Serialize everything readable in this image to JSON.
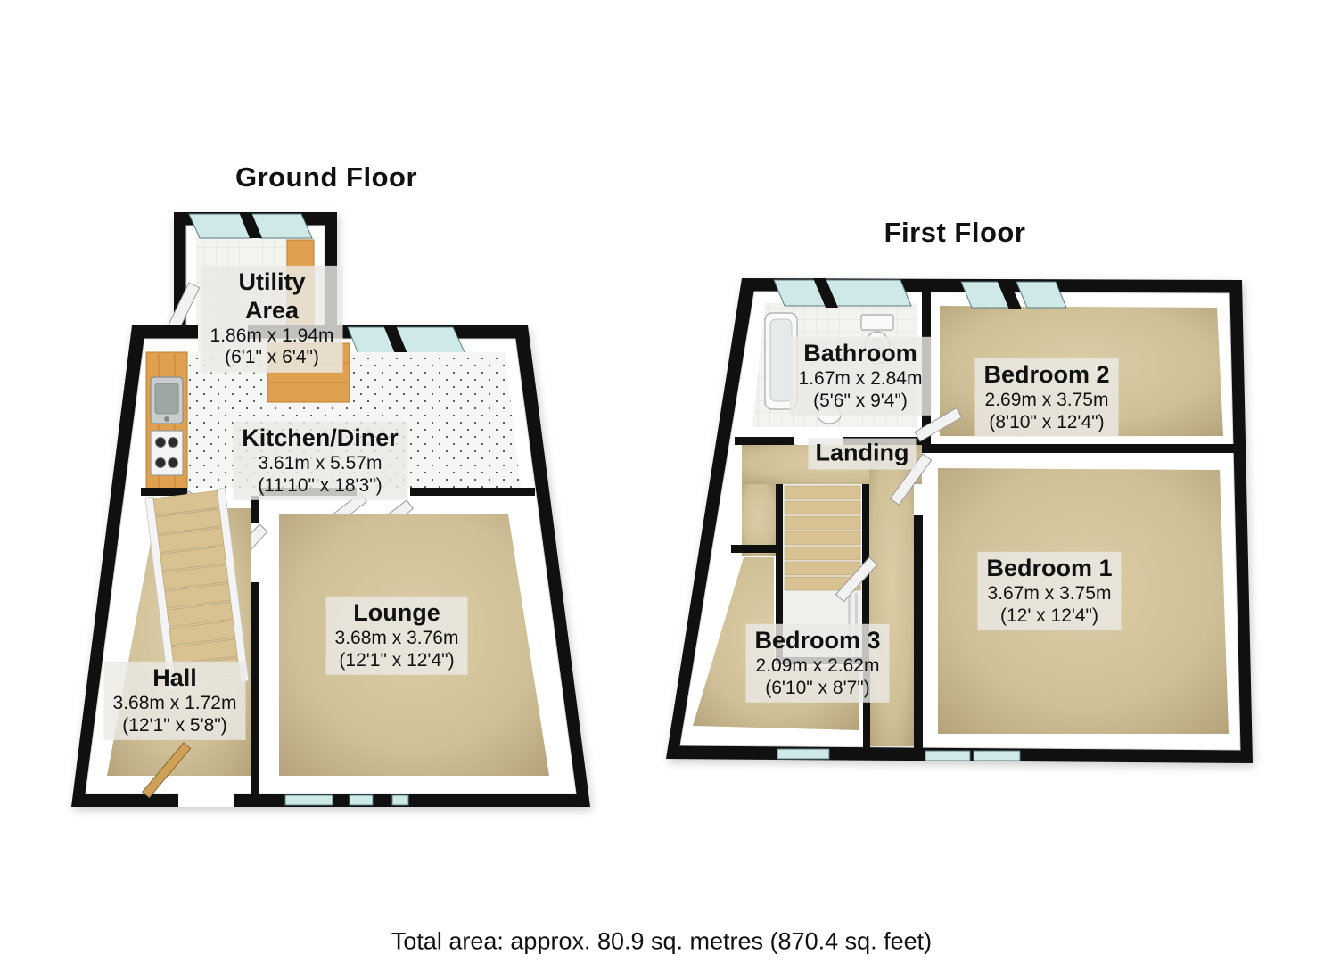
{
  "page": {
    "footer": {
      "total_area": "Total area: approx. 80.9 sq. metres (870.4 sq. feet)"
    }
  },
  "floors": {
    "ground": {
      "title": "Ground Floor",
      "rooms": {
        "utility": {
          "name": "Utility\nArea",
          "metric": "1.86m x 1.94m",
          "imperial": "(6'1\" x 6'4\")"
        },
        "kitchen": {
          "name": "Kitchen/Diner",
          "metric": "3.61m x 5.57m",
          "imperial": "(11'10\" x 18'3\")"
        },
        "lounge": {
          "name": "Lounge",
          "metric": "3.68m x 3.76m",
          "imperial": "(12'1\" x 12'4\")"
        },
        "hall": {
          "name": "Hall",
          "metric": "3.68m x 1.72m",
          "imperial": "(12'1\" x 5'8\")"
        }
      }
    },
    "first": {
      "title": "First Floor",
      "rooms": {
        "bathroom": {
          "name": "Bathroom",
          "metric": "1.67m x 2.84m",
          "imperial": "(5'6\" x 9'4\")"
        },
        "bedroom2": {
          "name": "Bedroom 2",
          "metric": "2.69m x 3.75m",
          "imperial": "(8'10\" x 12'4\")"
        },
        "landing": {
          "name": "Landing"
        },
        "bedroom1": {
          "name": "Bedroom 1",
          "metric": "3.67m x 3.75m",
          "imperial": "(12' x 12'4\")"
        },
        "bedroom3": {
          "name": "Bedroom 3",
          "metric": "2.09m x 2.62m",
          "imperial": "(6'10\" x 8'7\")"
        }
      }
    }
  },
  "colors": {
    "wall": "#101010",
    "wall_face": "#ffffff",
    "carpet": "#d2c199",
    "kitchen_tile": "#f6f6f4",
    "bath_tile": "#f3f3f0",
    "window_glass": "#cfe9e9",
    "wood": "#dfa050",
    "door_leaf": "#f2f2f2",
    "label_bg": "rgba(234,233,229,0.82)",
    "text": "#111111",
    "page_bg": "#ffffff"
  }
}
